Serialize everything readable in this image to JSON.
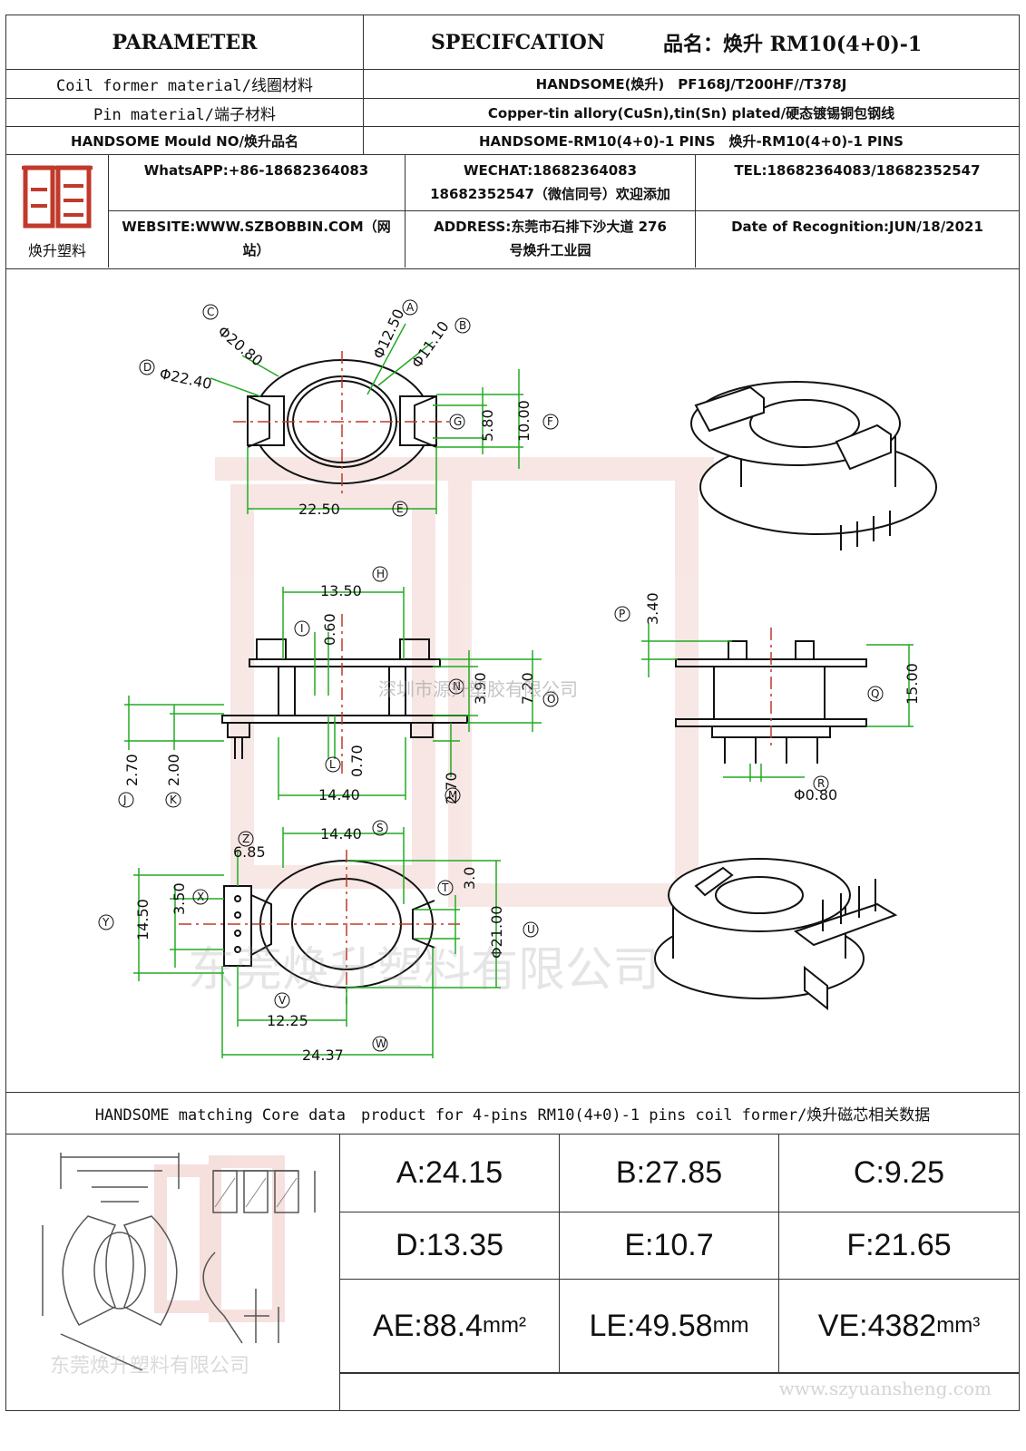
{
  "header": {
    "parameter": "PARAMETER",
    "specification": "SPECIFCATION",
    "product_label": "品名：",
    "product_name": "焕升 RM10(4+0)-1"
  },
  "rows": [
    {
      "label": "Coil former material/线圈材料",
      "value": "HANDSOME(焕升)　PF168J/T200HF//T378J"
    },
    {
      "label": "Pin material/端子材料",
      "value": "Copper-tin allory(CuSn),tin(Sn) plated/硬态镀锡铜包钢线"
    },
    {
      "label": "HANDSOME Mould NO/焕升品名",
      "value": "HANDSOME-RM10(4+0)-1 PINS　焕升-RM10(4+0)-1 PINS"
    }
  ],
  "logo": {
    "text": "焕升塑料",
    "mark": "BOBBIN"
  },
  "contact": {
    "whatsapp": "WhatsAPP:+86-18682364083",
    "wechat_1": "WECHAT:18682364083",
    "wechat_2": "18682352547（微信同号）欢迎添加",
    "tel": "TEL:18682364083/18682352547",
    "website_1": "WEBSITE:WWW.SZBOBBIN.COM（网",
    "website_2": "站）",
    "address_1": "ADDRESS:东莞市石排下沙大道 276",
    "address_2": "号焕升工业园",
    "date": "Date of Recognition:JUN/18/2021"
  },
  "dims": {
    "C": "Φ20.80",
    "D": "Φ22.40",
    "A": "Φ12.50",
    "B": "Φ11.10",
    "G": "5.80",
    "F": "10.00",
    "E": "22.50",
    "H": "13.50",
    "I": "0.60",
    "N": "3.90",
    "O": "7.20",
    "J": "2.70",
    "K": "2.00",
    "L": "0.70",
    "M": "2.70",
    "L2": "14.40",
    "P": "3.40",
    "Q": "15.00",
    "R": "Φ0.80",
    "S": "14.40",
    "Z": "6.85",
    "T": "3.0",
    "U": "Φ21.00",
    "X": "3.50",
    "Y": "14.50",
    "V": "12.25",
    "W": "24.37"
  },
  "letters": {
    "C": "C",
    "D": "D",
    "A": "A",
    "B": "B",
    "G": "G",
    "F": "F",
    "E": "E",
    "H": "H",
    "I": "I",
    "N": "N",
    "O": "O",
    "J": "J",
    "K": "K",
    "L": "L",
    "M": "M",
    "P": "P",
    "Q": "Q",
    "R": "R",
    "S": "S",
    "Z": "Z",
    "T": "T",
    "U": "U",
    "X": "X",
    "Y": "Y",
    "V": "V",
    "W": "W"
  },
  "watermarks": {
    "mid": "深圳市源升塑胶有限公司",
    "low": "东莞焕升塑料有限公司",
    "core": "东莞焕升塑料有限公司",
    "url": "www.szyuansheng.com"
  },
  "matching": "HANDSOME matching Core data　product for 4-pins RM10(4+0)-1 pins coil former/焕升磁芯相关数据",
  "core_data": [
    {
      "label": "A:24.15",
      "unit": ""
    },
    {
      "label": "B:27.85",
      "unit": ""
    },
    {
      "label": "C:9.25",
      "unit": ""
    },
    {
      "label": "D:13.35",
      "unit": ""
    },
    {
      "label": "E:10.7",
      "unit": ""
    },
    {
      "label": "F:21.65",
      "unit": ""
    },
    {
      "label": "AE:88.4",
      "unit": "mm²"
    },
    {
      "label": "LE:49.58",
      "unit": "mm"
    },
    {
      "label": "VE:4382",
      "unit": "mm³"
    }
  ]
}
